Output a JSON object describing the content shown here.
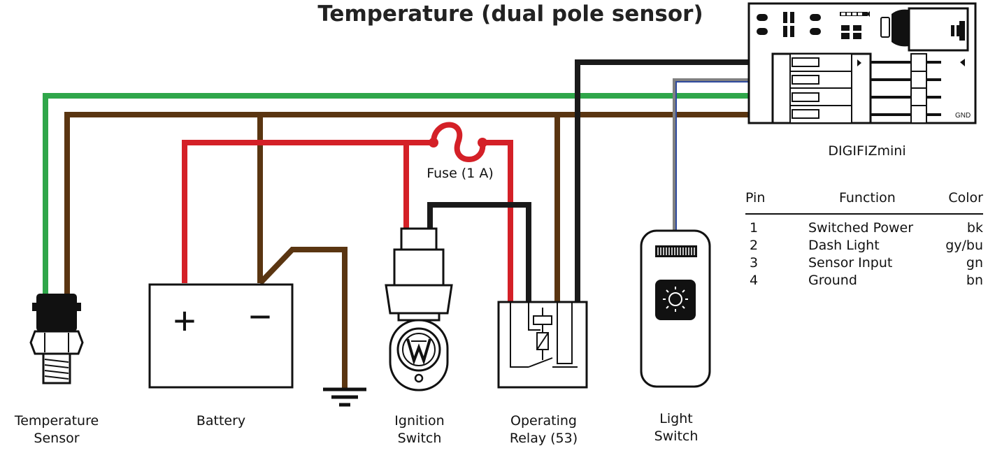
{
  "title": "Temperature (dual pole sensor)",
  "components": {
    "temperature_sensor": "Temperature\nSensor",
    "battery": "Battery",
    "ignition_switch": "Ignition\nSwitch",
    "operating_relay": "Operating\nRelay (53)",
    "light_switch": "Light\nSwitch",
    "fuse": "Fuse (1 A)",
    "digifiz": "DIGIFIZmini",
    "gnd_label": "GND",
    "battery_plus": "+",
    "battery_minus": "−"
  },
  "pin_table": {
    "headers": {
      "pin": "Pin",
      "function": "Function",
      "color": "Color"
    },
    "rows": [
      {
        "pin": "1",
        "function": "Switched Power",
        "color": "bk"
      },
      {
        "pin": "2",
        "function": "Dash Light",
        "color": "gy/bu"
      },
      {
        "pin": "3",
        "function": "Sensor Input",
        "color": "gn"
      },
      {
        "pin": "4",
        "function": "Ground",
        "color": "bn"
      }
    ]
  },
  "wire_colors": {
    "black": "#1a1a1a",
    "red": "#d42027",
    "green": "#2fa64a",
    "brown": "#5a3511",
    "gray": "#808080",
    "blue": "#2e4a9e"
  }
}
